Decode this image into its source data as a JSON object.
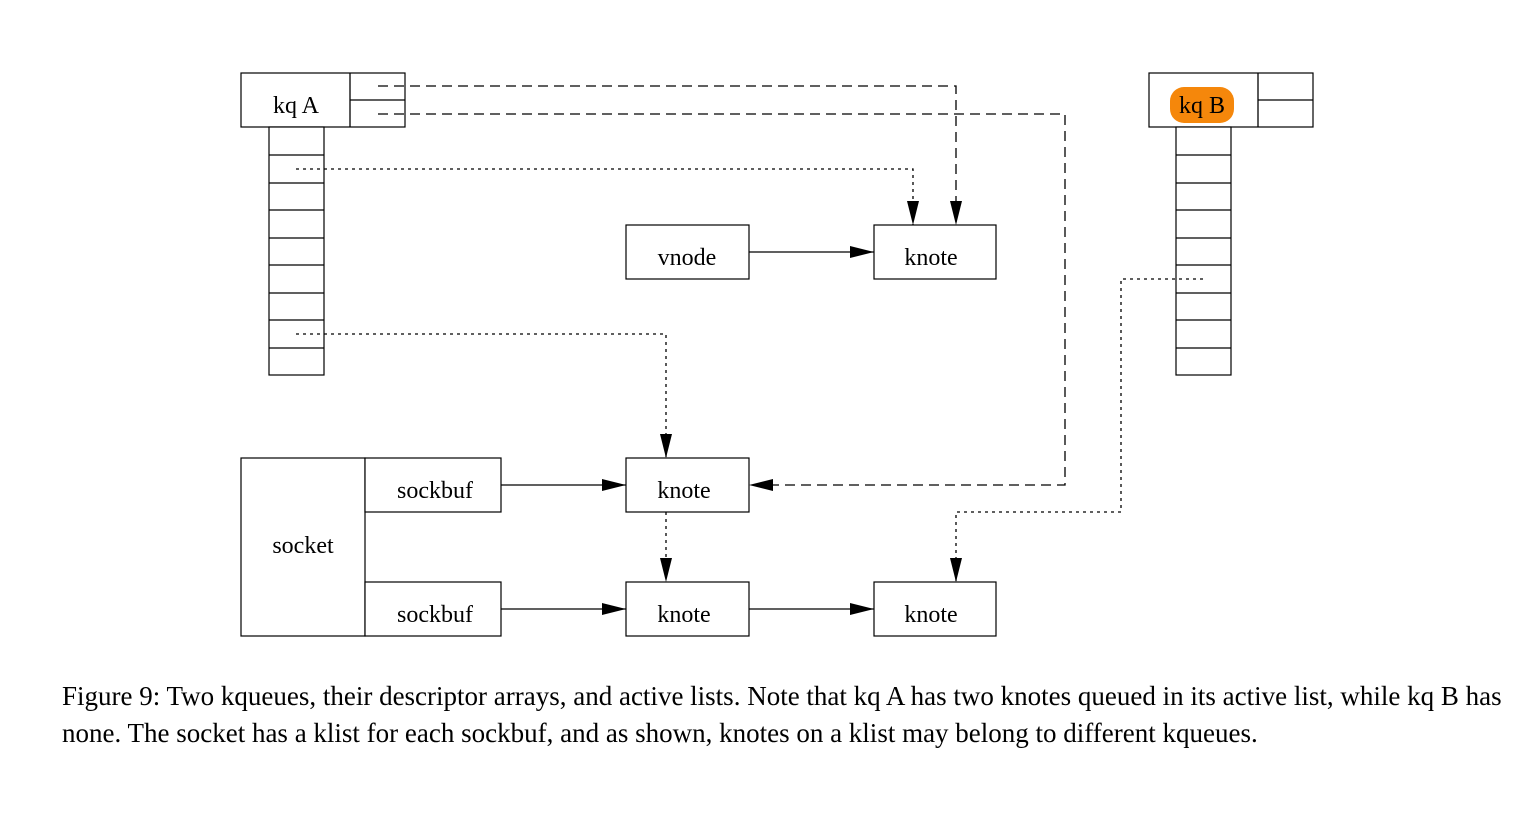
{
  "nodes": {
    "kq_a": "kq A",
    "kq_b": "kq B",
    "vnode": "vnode",
    "socket": "socket",
    "sockbuf_top": "sockbuf",
    "sockbuf_bottom": "sockbuf",
    "knote_vnode": "knote",
    "knote_sockbuf_top": "knote",
    "knote_sockbuf_bottom": "knote",
    "knote_kq_b": "knote"
  },
  "colors": {
    "kq_b_highlight": "#f5870b"
  },
  "caption": "Figure 9: Two kqueues, their descriptor arrays, and active lists. Note that kq A has two knotes queued in its active list, while kq B has none. The socket has a klist for each sockbuf, and as shown, knotes on a klist may belong to different kqueues."
}
